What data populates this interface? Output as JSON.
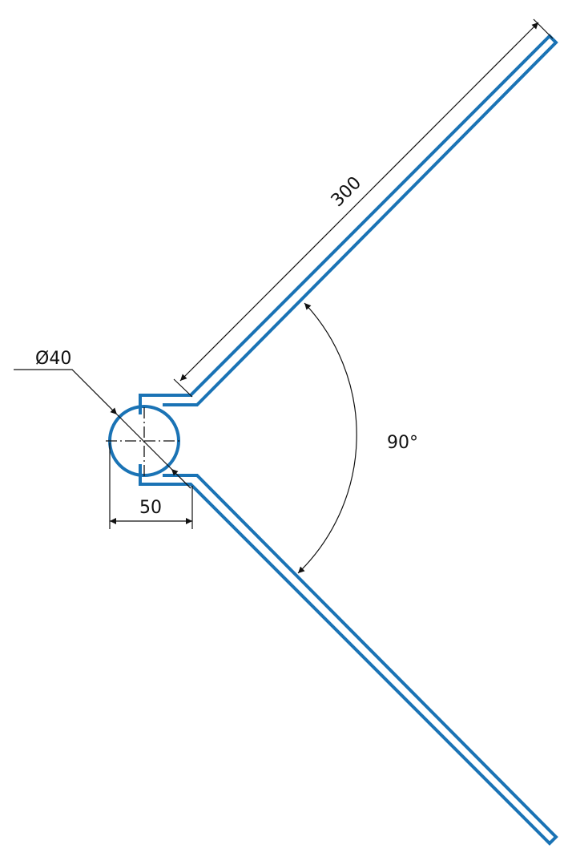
{
  "drawing": {
    "colors": {
      "part": "#1a73b5",
      "dimension": "#111111"
    },
    "labels": {
      "length": "300",
      "diameter": "Ø40",
      "angle": "90°",
      "width": "50"
    }
  }
}
